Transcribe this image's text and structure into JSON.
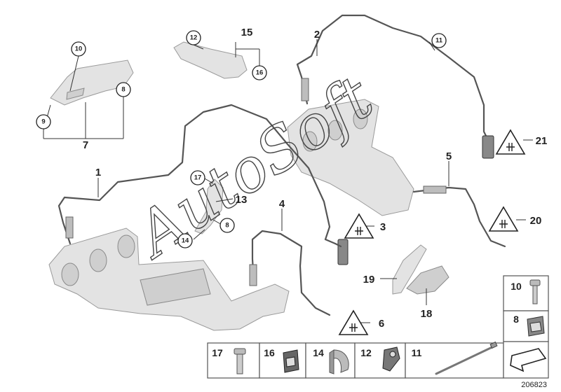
{
  "diagram": {
    "watermark": "AutoSoft",
    "reference_number": "206823",
    "callouts": [
      "1",
      "2",
      "3",
      "4",
      "5",
      "6",
      "7",
      "8",
      "9",
      "10",
      "11",
      "12",
      "13",
      "14",
      "15",
      "16",
      "17",
      "18",
      "19",
      "20",
      "21"
    ],
    "circled": [
      "10",
      "12",
      "8",
      "9",
      "16",
      "11",
      "17",
      "8",
      "14"
    ],
    "warning_labels": [
      "21",
      "20",
      "3",
      "6"
    ],
    "legend": {
      "side_items": [
        "10",
        "8"
      ],
      "bottom_items": [
        "17",
        "16",
        "14",
        "12",
        "11"
      ]
    }
  }
}
